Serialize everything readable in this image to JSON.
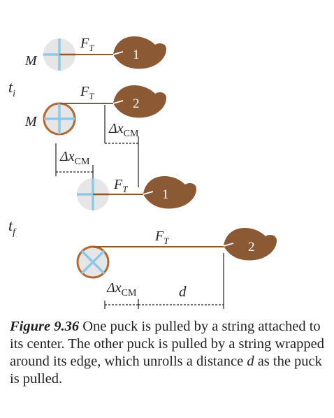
{
  "labels": {
    "mass": "M",
    "tension_main": "F",
    "tension_sub": "T",
    "time_initial_main": "t",
    "time_initial_sub": "i",
    "time_final_main": "t",
    "time_final_sub": "f",
    "dx_main": "Δx",
    "dx_sub": "CM",
    "distance": "d",
    "hand_1": "1",
    "hand_2": "2"
  },
  "caption": {
    "figure_label": "Figure 9.36",
    "text_part1": " One puck is pulled by a string attached to its center. The other puck is pulled by a string wrapped around its edge, which unrolls a distance ",
    "variable": "d",
    "text_part2": " as the puck is pulled."
  },
  "colors": {
    "string": "#8b5a2b",
    "hand": "#8b5a35",
    "puck_fill": "#e6e6e6",
    "puck_cross": "#8ec8e8",
    "puck_rim_wrapped": "#b06a35",
    "ink": "#231f20"
  }
}
